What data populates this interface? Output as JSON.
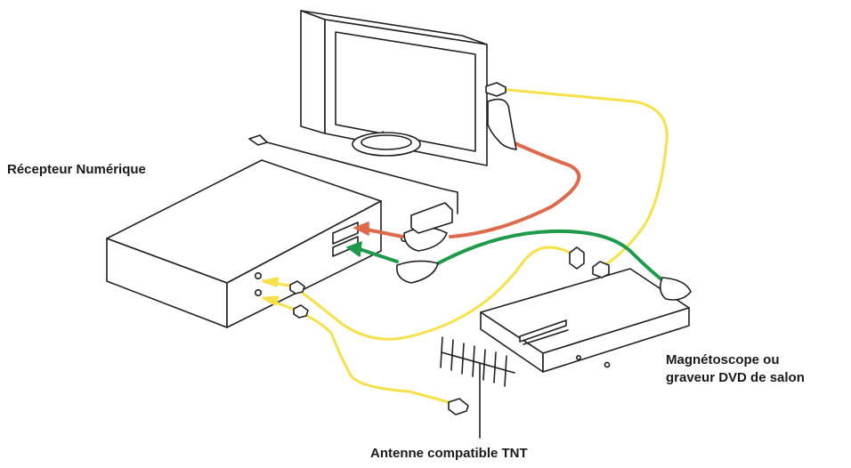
{
  "labels": {
    "receiver": "Récepteur Numérique",
    "recorder_line1": "Magnétoscope ou",
    "recorder_line2": "graveur DVD de salon",
    "antenna": "Antenne compatible TNT"
  },
  "colors": {
    "outline": "#231f20",
    "cable_yellow": "#f7e14a",
    "cable_red": "#de6a4b",
    "cable_green": "#1e9a4b",
    "background": "#ffffff"
  },
  "icons": {
    "tv": "flat-screen-tv-icon",
    "receiver": "set-top-box-icon",
    "recorder": "dvd-recorder-icon",
    "antenna": "tv-antenna-icon"
  }
}
